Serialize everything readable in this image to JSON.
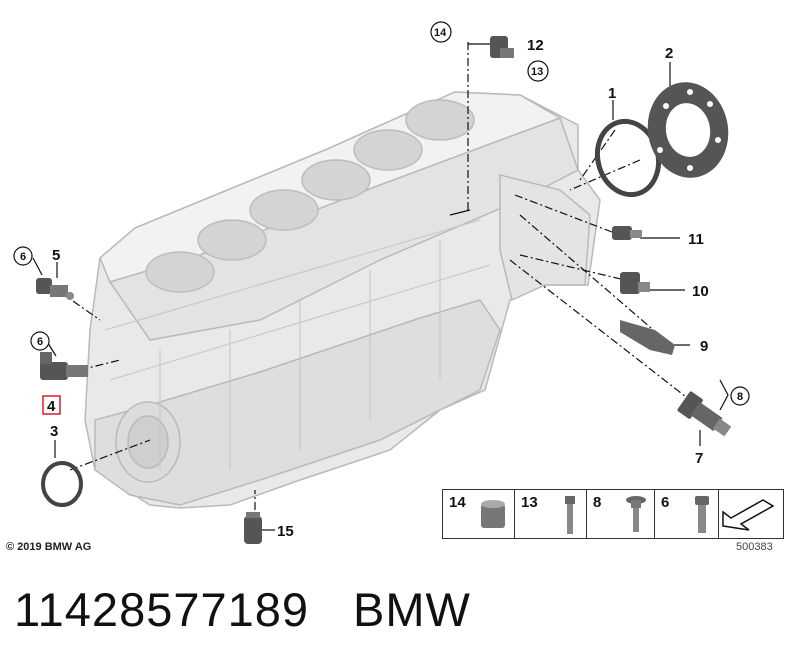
{
  "callouts": {
    "c1": "1",
    "c2": "2",
    "c3": "3",
    "c4": "4",
    "c5": "5",
    "c6a": "6",
    "c6b": "6",
    "c7": "7",
    "c8": "8",
    "c9": "9",
    "c10": "10",
    "c11": "11",
    "c12": "12",
    "c13": "13",
    "c14": "14",
    "c15": "15"
  },
  "legend": {
    "items": [
      {
        "num": "14",
        "icon": "sleeve-icon"
      },
      {
        "num": "13",
        "icon": "stud-bolt-icon"
      },
      {
        "num": "8",
        "icon": "flange-bolt-icon"
      },
      {
        "num": "6",
        "icon": "hex-socket-bolt-icon"
      },
      {
        "num": "",
        "icon": "front-direction-arrow-icon"
      }
    ]
  },
  "copyright": "© 2019 BMW AG",
  "diagram_code": "500383",
  "footer": {
    "part_number": "11428577189",
    "brand": "BMW"
  },
  "colors": {
    "block_fill": "#e9e9e9",
    "block_stroke": "#b5b5b5",
    "part_fill": "#555555",
    "highlight": "#d81e2a"
  }
}
